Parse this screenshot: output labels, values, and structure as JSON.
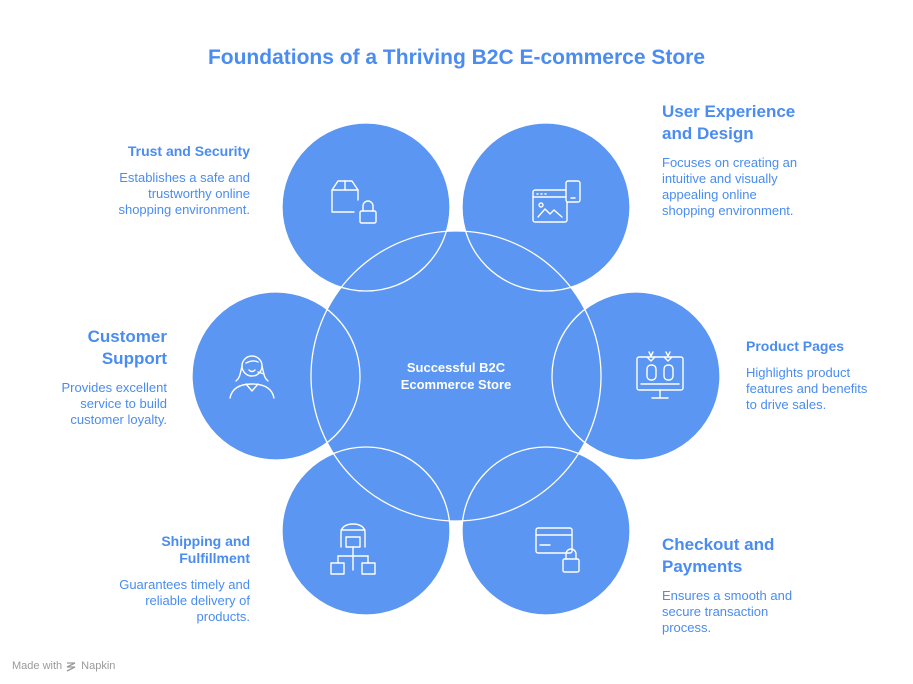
{
  "title": "Foundations of a Thriving B2C E-commerce Store",
  "colors": {
    "accent": "#4a8cf0",
    "circle_fill": "#5b96f2",
    "circle_stroke": "#ffffff"
  },
  "center": {
    "line1": "Successful B2C",
    "line2": "Ecommerce Store"
  },
  "items": [
    {
      "heading": [
        "Trust and Security"
      ],
      "desc": [
        "Establishes a safe and",
        "trustworthy online",
        "shopping environment."
      ],
      "icon": "box-lock-icon"
    },
    {
      "heading": [
        "User Experience",
        "and Design"
      ],
      "desc": [
        "Focuses on creating an",
        "intuitive and visually",
        "appealing online",
        "shopping environment."
      ],
      "icon": "browser-mobile-icon"
    },
    {
      "heading": [
        "Customer",
        "Support"
      ],
      "desc": [
        "Provides excellent",
        "service to build",
        "customer loyalty."
      ],
      "icon": "support-agent-icon"
    },
    {
      "heading": [
        "Product Pages"
      ],
      "desc": [
        "Highlights product",
        "features and benefits",
        "to drive sales."
      ],
      "icon": "monitor-products-icon"
    },
    {
      "heading": [
        "Shipping and",
        "Fulfillment"
      ],
      "desc": [
        "Guarantees timely and",
        "reliable delivery of",
        "products."
      ],
      "icon": "warehouse-network-icon"
    },
    {
      "heading": [
        "Checkout and",
        "Payments"
      ],
      "desc": [
        "Ensures a smooth and",
        "secure transaction",
        "process."
      ],
      "icon": "card-lock-icon"
    }
  ],
  "footer": {
    "made_with": "Made with",
    "brand": "Napkin"
  }
}
